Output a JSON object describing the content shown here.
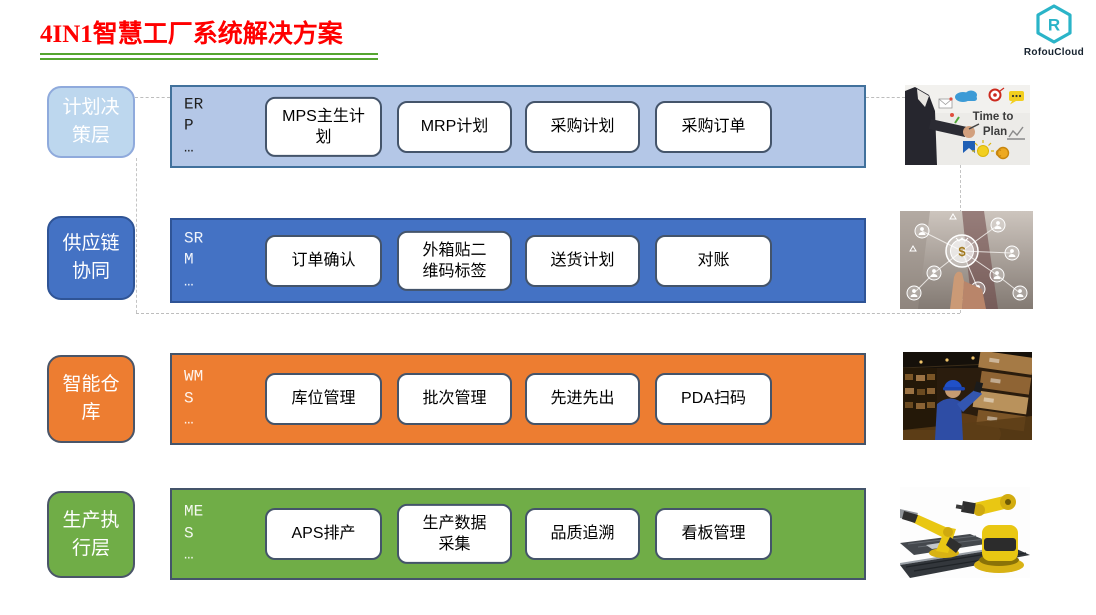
{
  "title": "4IN1智慧工厂系统解决方案",
  "logo": {
    "name": "RofouCloud",
    "letter": "R",
    "accent": "#2AB4C8"
  },
  "colors": {
    "title_red": "#FF0000",
    "underline_green": "#55A630",
    "planning_chip": "#BDD7EE",
    "planning_bar": "#B4C7E7",
    "supply_blue": "#4472C4",
    "warehouse_orange": "#ED7D31",
    "production_green": "#70AD47",
    "module_border": "#44546A"
  },
  "rows": [
    {
      "layer": "计划决\n策层",
      "system": "ER\nP\n…",
      "items": [
        "MPS主生计\n划",
        "MRP计划",
        "采购计划",
        "采购订单"
      ],
      "fill": "#B4C7E7"
    },
    {
      "layer": "供应链\n协同",
      "system": "SR\nM\n…",
      "items": [
        "订单确认",
        "外箱贴二\n维码标签",
        "送货计划",
        "对账"
      ],
      "fill": "#4472C4"
    },
    {
      "layer": "智能仓\n库",
      "system": "WM\nS\n…",
      "items": [
        "库位管理",
        "批次管理",
        "先进先出",
        "PDA扫码"
      ],
      "fill": "#ED7D31"
    },
    {
      "layer": "生产执\n行层",
      "system": "ME\nS\n…",
      "items": [
        "APS排产",
        "生产数据\n采集",
        "品质追溯",
        "看板管理"
      ],
      "fill": "#70AD47"
    }
  ],
  "photos": {
    "plan_text_1": "Time to",
    "plan_text_2": "Plan",
    "money_symbol": "$"
  }
}
